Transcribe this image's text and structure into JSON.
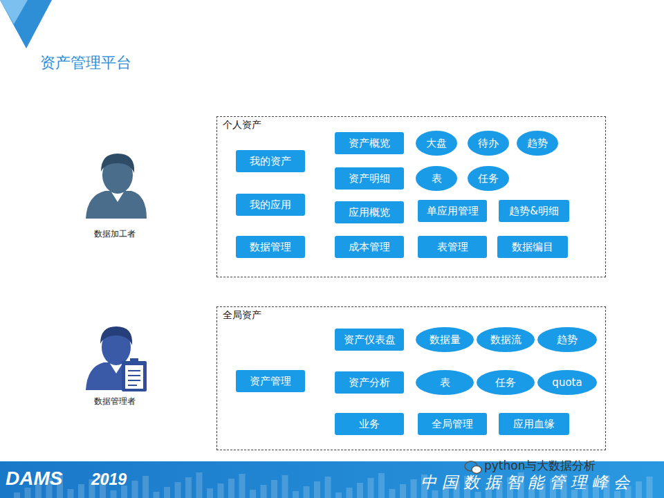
{
  "diagram": {
    "title": "资产管理平台",
    "nodes": [
      {
        "text": [
          "个人资产"
        ]
      },
      {
        "text": [
          "我的资产"
        ],
        "in": 0
      },
      {
        "text": [
          "我的应用"
        ],
        "in": 0
      },
      {
        "text": [
          "数据管理"
        ],
        "in": 0
      },
      {
        "text": [
          "资产概览"
        ],
        "in": 0
      },
      {
        "text": [
          "大盘"
        ],
        "in": 0
      },
      {
        "text": [
          "待办"
        ],
        "in": 0
      },
      {
        "text": [
          "趋势"
        ],
        "in": 0
      },
      {
        "text": [
          "资产明细"
        ],
        "in": 0
      },
      {
        "text": [
          "表"
        ],
        "in": 0
      },
      {
        "text": [
          "任务"
        ],
        "in": 0
      },
      {
        "text": [
          "应用概览"
        ],
        "in": 0
      },
      {
        "text": [
          "单应用管理"
        ],
        "in": 0
      },
      {
        "text": [
          "趋势&明细"
        ],
        "in": 0
      },
      {
        "text": [
          "成本管理"
        ],
        "in": 0
      },
      {
        "text": [
          "表管理"
        ],
        "in": 0
      },
      {
        "text": [
          "数据编目"
        ],
        "in": 0
      },
      {
        "text": [
          "全局资产"
        ]
      },
      {
        "text": [
          "资产管理"
        ],
        "in": 17
      },
      {
        "text": [
          "资产仪表盘"
        ],
        "in": 17
      },
      {
        "text": [
          "数据量"
        ],
        "in": 17
      },
      {
        "text": [
          "数据流"
        ],
        "in": 17
      },
      {
        "text": [
          "趋势"
        ],
        "in": 17
      },
      {
        "text": [
          "资产分析"
        ],
        "in": 17
      },
      {
        "text": [
          "表"
        ],
        "in": 17
      },
      {
        "text": [
          "任务"
        ],
        "in": 17
      },
      {
        "text": [
          "quota"
        ],
        "in": 17
      },
      {
        "text": [
          "业务"
        ],
        "in": 17
      },
      {
        "text": [
          "全局管理"
        ],
        "in": 17
      },
      {
        "text": [
          "应用血缘"
        ],
        "in": 17
      }
    ],
    "labels": [
      "数据加工者",
      "数据管理者",
      "DAMS",
      "2019",
      "中国数据智能管理峰会",
      "python与大数据分析"
    ]
  }
}
